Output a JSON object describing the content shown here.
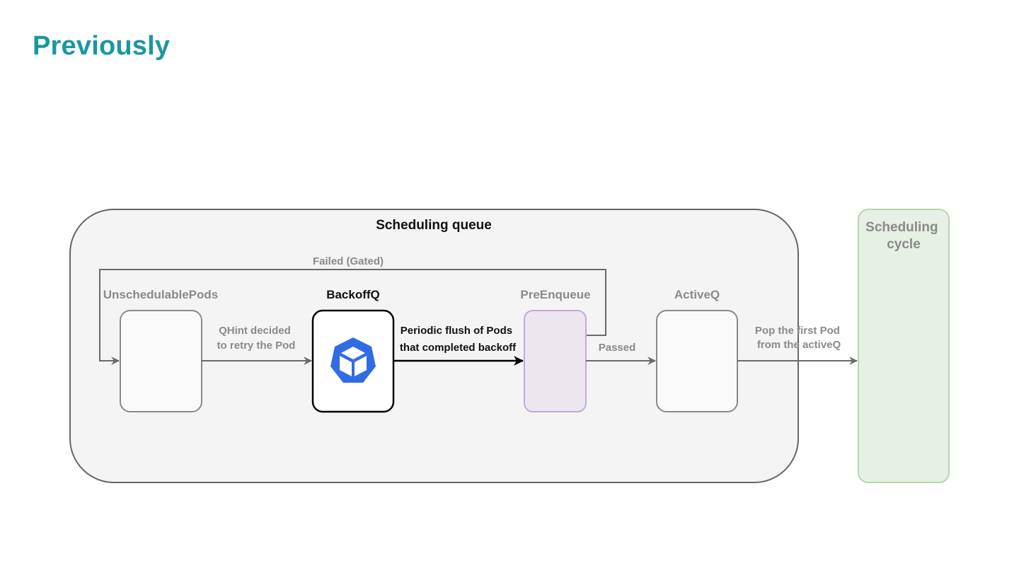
{
  "slide": {
    "title": "Previously"
  },
  "diagram": {
    "container_title": "Scheduling queue",
    "scheduling_cycle": [
      "Scheduling",
      "cycle"
    ],
    "queues": {
      "unschedulable": "UnschedulablePods",
      "backoff": "BackoffQ",
      "preenqueue": "PreEnqueue",
      "active": "ActiveQ"
    },
    "edges": {
      "failed_gated": "Failed (Gated)",
      "qhint": [
        "QHint decided",
        "to retry the Pod"
      ],
      "flush": [
        "Periodic flush of Pods",
        "that completed backoff"
      ],
      "passed": "Passed",
      "pop": [
        "Pop the first Pod",
        "from the activeQ"
      ]
    },
    "icons": {
      "backoff_icon": "kubernetes-cube-icon"
    },
    "colors": {
      "title": "#1b96a3",
      "container_fill": "#f4f4f4",
      "container_stroke": "#666666",
      "muted_stroke": "#8a8a8a",
      "highlight_stroke": "#000000",
      "preenqueue_fill": "#ece6ef",
      "preenqueue_stroke": "#c3a9d6",
      "cycle_fill": "#e6f0e4",
      "cycle_stroke": "#b7d6ad",
      "kube_blue": "#326ce5"
    }
  }
}
